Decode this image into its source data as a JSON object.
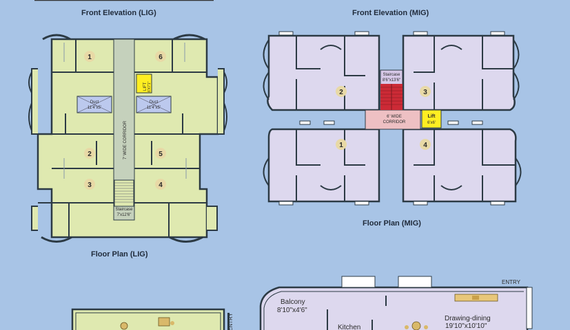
{
  "captions": {
    "lig_elevation": "Front Elevation (LIG)",
    "mig_elevation": "Front Elevation (MIG)",
    "lig_plan": "Floor Plan (LIG)",
    "mig_plan": "Floor Plan (MIG)"
  },
  "lig": {
    "units": [
      "1",
      "6",
      "2",
      "5",
      "3",
      "4"
    ],
    "lift": "LIFT 6'X7'1\"",
    "lift_line1": "LIFT",
    "lift_line2": "6'X7'1\"",
    "duct_label": "Duct",
    "duct_size": "11'4\"x5'",
    "corridor": "7' WIDE CORRIDOR",
    "staircase": "Staircase",
    "staircase_size": "7'x12'6\""
  },
  "mig": {
    "units": [
      "2",
      "3",
      "1",
      "4"
    ],
    "staircase": "Staircase",
    "staircase_size": "8'6\"x13'6\"",
    "corridor_line1": "6' WIDE",
    "corridor_line2": "CORRIDOR",
    "lift": "Lift",
    "lift_size": "6'x6'"
  },
  "flat": {
    "entry_right": "ENTRY",
    "entry_left": "ENTRY",
    "balcony": "Balcony",
    "balcony_size": "8'10\"x4'6\"",
    "kitchen": "Kitchen",
    "drawing": "Drawing-dining",
    "drawing_size": "19'10\"x10'10\""
  },
  "colors": {
    "background": "#a8c4e6",
    "lig_fill": "#dfe9b0",
    "mig_fill": "#ddd8ee",
    "corridor": "#c5d1bc",
    "lift": "#ffee22",
    "stair_red": "#cc2a36",
    "unit_badge": "#e8d9a6"
  }
}
